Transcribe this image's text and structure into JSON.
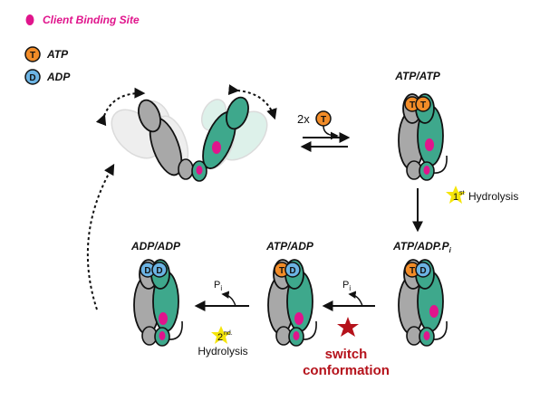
{
  "legend": {
    "client_label": "Client Binding Site",
    "atp_symbol": "T",
    "atp_label": "ATP",
    "adp_symbol": "D",
    "adp_label": "ADP"
  },
  "states": {
    "atp_atp": "ATP/ATP",
    "atp_adp_pi": "ATP/ADP.P",
    "atp_adp_pi_sub": "i",
    "atp_adp": "ATP/ADP",
    "adp_adp": "ADP/ADP"
  },
  "steps": {
    "binding_count": "2x",
    "first_num": "1",
    "first_sup": "st",
    "first_label": "Hydrolysis",
    "second_num": "2",
    "second_sup": "nd.",
    "second_label": "Hydrolysis",
    "pi_main": "P",
    "pi_sub": "i",
    "switch_line1": "switch",
    "switch_line2": "conformation"
  },
  "colors": {
    "client": "#e0158c",
    "atp": "#f28c28",
    "adp": "#6cb4e4",
    "teal": "#3ea88c",
    "gray": "#a8a8a8",
    "star_yellow": "#f5e50a",
    "star_red": "#b5121b"
  }
}
